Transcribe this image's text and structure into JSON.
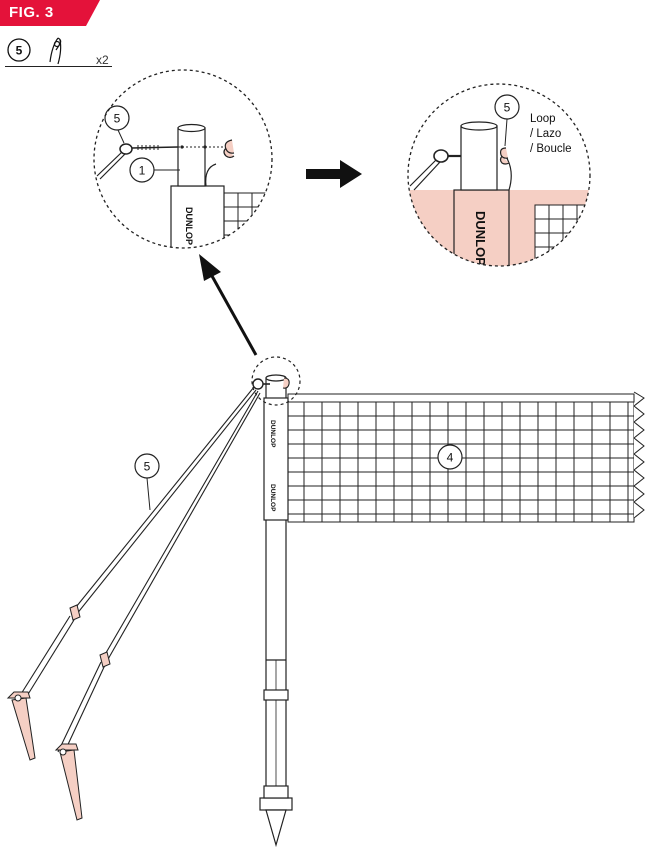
{
  "figure": {
    "label": "FIG. 3",
    "accent_color": "#e4123a",
    "part_number": "5",
    "part_icon": "tension-cord-icon",
    "quantity": "x2"
  },
  "callouts": {
    "detail_left_part_a": "5",
    "detail_left_part_b": "1",
    "detail_right_part": "5",
    "net_part": "4",
    "guy_rope_part": "5"
  },
  "loop_label": {
    "line1": "Loop",
    "line2": "/ Lazo",
    "line3": "/ Boucle"
  },
  "brand": {
    "logo_text": "DUNLOP",
    "highlight_color": "#f5cfc4"
  }
}
